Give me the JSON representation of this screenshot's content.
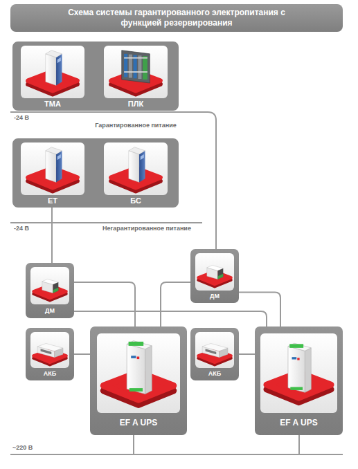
{
  "diagram": {
    "title": "Схема системы гарантированного электропитания с функцией резервирования",
    "nodes": [
      {
        "text": [
          "ТМА"
        ]
      },
      {
        "text": [
          "ПЛК"
        ]
      },
      {
        "text": [
          "ЕТ"
        ]
      },
      {
        "text": [
          "БС"
        ]
      },
      {
        "text": [
          "ДМ"
        ]
      },
      {
        "text": [
          "ДМ"
        ]
      },
      {
        "text": [
          "АКБ"
        ]
      },
      {
        "text": [
          "EF A UPS"
        ]
      },
      {
        "text": [
          "АКБ"
        ]
      },
      {
        "text": [
          "EF A UPS"
        ]
      }
    ],
    "edges": [
      {
        "from": 4,
        "to": 7,
        "arrow": "none"
      },
      {
        "from": 4,
        "to": 9,
        "arrow": "none"
      },
      {
        "from": 5,
        "to": 7,
        "arrow": "none"
      },
      {
        "from": 5,
        "to": 9,
        "arrow": "none"
      },
      {
        "from": 6,
        "to": 7,
        "arrow": "none"
      },
      {
        "from": 8,
        "to": 9,
        "arrow": "none"
      }
    ],
    "labels": [
      "-24 В",
      "Гарантированное питание",
      "-24 В",
      "Негарантированное питание",
      "~220 В"
    ]
  }
}
